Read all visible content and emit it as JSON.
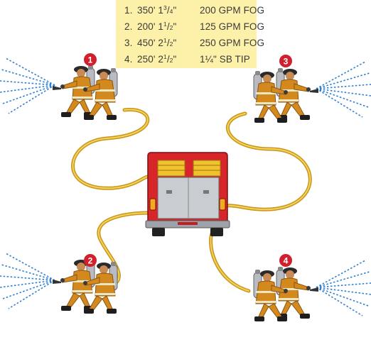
{
  "legend": {
    "rows": [
      {
        "num": "1.",
        "len_ft": "350'",
        "dia_whole": "1",
        "dia_num": "3",
        "dia_den": "4",
        "dia_unit": "\"",
        "nozzle": "200 GPM FOG"
      },
      {
        "num": "2.",
        "len_ft": "200'",
        "dia_whole": "1",
        "dia_num": "1",
        "dia_den": "2",
        "dia_unit": "\"",
        "nozzle": "125 GPM FOG"
      },
      {
        "num": "3.",
        "len_ft": "450'",
        "dia_whole": "2",
        "dia_num": "1",
        "dia_den": "2",
        "dia_unit": "\"",
        "nozzle": "250 GPM FOG"
      },
      {
        "num": "4.",
        "len_ft": "250'",
        "dia_whole": "2",
        "dia_num": "1",
        "dia_den": "2",
        "dia_unit": "\"",
        "nozzle": "1¼\" SB TIP"
      }
    ]
  },
  "badges": [
    "1",
    "2",
    "3",
    "4"
  ],
  "colors": {
    "legend_bg": "#fdf1a9",
    "badge": "#d0202e",
    "hose": "#e8b62a",
    "spray": "#2f7fd0",
    "turnout": "#d4891e",
    "engine_red": "#d8252a"
  }
}
